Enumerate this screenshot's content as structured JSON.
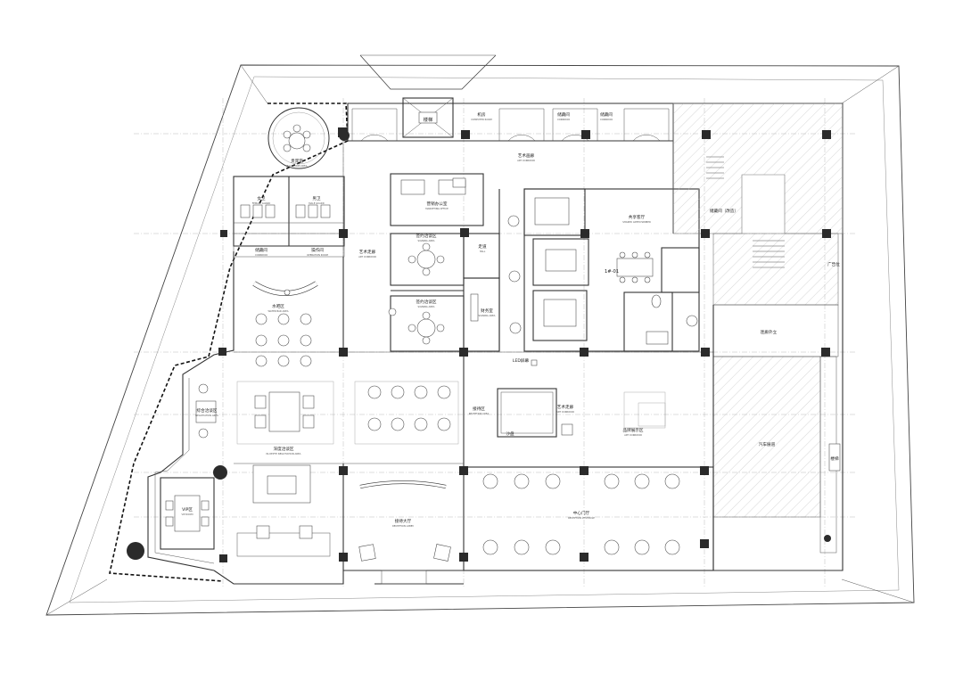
{
  "plan": {
    "unit_code": "1#-01",
    "rooms": [
      {
        "id": "stair",
        "cn": "楼梯"
      },
      {
        "id": "art-corridor-top",
        "cn": "艺术画廊",
        "en": "ART CORRIDOR"
      },
      {
        "id": "computer-room",
        "cn": "机房",
        "en": "COMPUTER ROOM"
      },
      {
        "id": "corridor-1",
        "cn": "储藏间",
        "en": "CORRIDOR"
      },
      {
        "id": "corridor-2",
        "cn": "储藏间",
        "en": "CORRIDOR"
      },
      {
        "id": "vip-room",
        "cn": "贵宾室",
        "en": "BACKROOM AREA"
      },
      {
        "id": "female-toilet",
        "cn": "女卫",
        "en": "FEMALE GUARD"
      },
      {
        "id": "male-toilet",
        "cn": "男卫",
        "en": "MALE GUARD"
      },
      {
        "id": "storage",
        "cn": "储藏间",
        "en": "CORRIDOR"
      },
      {
        "id": "operation-room",
        "cn": "操作间",
        "en": "OPERATION ROOM"
      },
      {
        "id": "marketing-office",
        "cn": "营销办公室",
        "en": "MARKETING OFFICE"
      },
      {
        "id": "art-corridor-mid",
        "cn": "艺术走廊",
        "en": "ART CORRIDOR"
      },
      {
        "id": "signing-a",
        "cn": "签约洽谈区",
        "en": "SIGNING AREA"
      },
      {
        "id": "signing-b",
        "cn": "签约洽谈区",
        "en": "SIGNING AREA"
      },
      {
        "id": "hall",
        "cn": "走道",
        "en": "HALL"
      },
      {
        "id": "financial",
        "cn": "财务室",
        "en": "SIGNING AREA"
      },
      {
        "id": "model-room",
        "cn": "共享客厅",
        "en": "SHARED ANTECHAMBER"
      },
      {
        "id": "water-bar",
        "cn": "水吧区",
        "en": "WATER BAR AREA"
      },
      {
        "id": "negotiation-left",
        "cn": "综合洽谈区",
        "en": "NEGOTIATION AREA"
      },
      {
        "id": "negotiation-center",
        "cn": "深度洽谈区",
        "en": "IN-DEPTH NEGOTIATION AREA"
      },
      {
        "id": "vip-area",
        "cn": "VIP区",
        "en": "VIP ROOM"
      },
      {
        "id": "reception-area",
        "cn": "接待区",
        "en": "RECEPTION AREA"
      },
      {
        "id": "sandtable",
        "cn": "沙盘",
        "en": ""
      },
      {
        "id": "led",
        "cn": "LED屏幕",
        "en": ""
      },
      {
        "id": "art-corridor-right",
        "cn": "艺术走廊",
        "en": "ART CORRIDOR"
      },
      {
        "id": "exhibition",
        "cn": "品牌展示区",
        "en": "ART CORRIDOR"
      },
      {
        "id": "reception-lobby",
        "cn": "接待大厅",
        "en": "RECEPTION LOBBY"
      },
      {
        "id": "vestibule",
        "cn": "中心门厅",
        "en": "RECEPTION VESTIBULE"
      },
      {
        "id": "storage-right",
        "cn": "储藏间（改造）"
      },
      {
        "id": "ad-space",
        "cn": "广告位"
      },
      {
        "id": "corridor-right",
        "cn": "连廊外立"
      },
      {
        "id": "garage",
        "cn": "汽车展道"
      },
      {
        "id": "exit",
        "cn": "楼梯"
      }
    ]
  }
}
